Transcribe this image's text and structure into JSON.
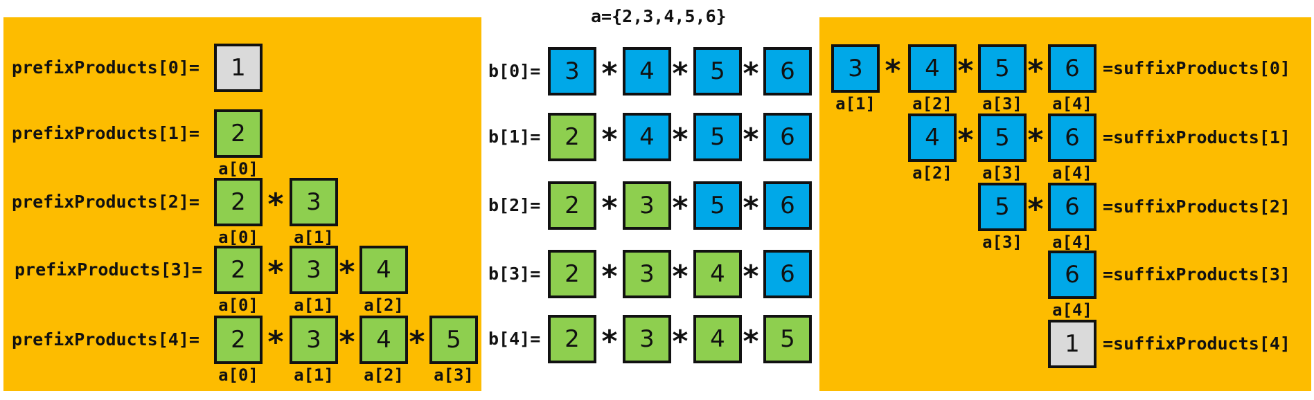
{
  "colors": {
    "panel_bg": "#FDBC00",
    "green": "#8ECF4F",
    "blue": "#00A8E8",
    "gray": "#DADADA",
    "border": "#111111"
  },
  "array_title": "a={2,3,4,5,6}",
  "multiply_symbol": "*",
  "prefix": {
    "rows": [
      {
        "label": "prefixProducts[0]=",
        "cells": [
          {
            "value": "1",
            "color": "gray",
            "index": ""
          }
        ]
      },
      {
        "label": "prefixProducts[1]=",
        "cells": [
          {
            "value": "2",
            "color": "green",
            "index": "a[0]"
          }
        ]
      },
      {
        "label": "prefixProducts[2]=",
        "cells": [
          {
            "value": "2",
            "color": "green",
            "index": "a[0]"
          },
          {
            "value": "3",
            "color": "green",
            "index": "a[1]"
          }
        ]
      },
      {
        "label": "prefixProducts[3]=",
        "cells": [
          {
            "value": "2",
            "color": "green",
            "index": "a[0]"
          },
          {
            "value": "3",
            "color": "green",
            "index": "a[1]"
          },
          {
            "value": "4",
            "color": "green",
            "index": "a[2]"
          }
        ]
      },
      {
        "label": "prefixProducts[4]=",
        "cells": [
          {
            "value": "2",
            "color": "green",
            "index": "a[0]"
          },
          {
            "value": "3",
            "color": "green",
            "index": "a[1]"
          },
          {
            "value": "4",
            "color": "green",
            "index": "a[2]"
          },
          {
            "value": "5",
            "color": "green",
            "index": "a[3]"
          }
        ]
      }
    ]
  },
  "result": {
    "rows": [
      {
        "label": "b[0]=",
        "cells": [
          {
            "value": "3",
            "color": "blue"
          },
          {
            "value": "4",
            "color": "blue"
          },
          {
            "value": "5",
            "color": "blue"
          },
          {
            "value": "6",
            "color": "blue"
          }
        ]
      },
      {
        "label": "b[1]=",
        "cells": [
          {
            "value": "2",
            "color": "green"
          },
          {
            "value": "4",
            "color": "blue"
          },
          {
            "value": "5",
            "color": "blue"
          },
          {
            "value": "6",
            "color": "blue"
          }
        ]
      },
      {
        "label": "b[2]=",
        "cells": [
          {
            "value": "2",
            "color": "green"
          },
          {
            "value": "3",
            "color": "green"
          },
          {
            "value": "5",
            "color": "blue"
          },
          {
            "value": "6",
            "color": "blue"
          }
        ]
      },
      {
        "label": "b[3]=",
        "cells": [
          {
            "value": "2",
            "color": "green"
          },
          {
            "value": "3",
            "color": "green"
          },
          {
            "value": "4",
            "color": "green"
          },
          {
            "value": "6",
            "color": "blue"
          }
        ]
      },
      {
        "label": "b[4]=",
        "cells": [
          {
            "value": "2",
            "color": "green"
          },
          {
            "value": "3",
            "color": "green"
          },
          {
            "value": "4",
            "color": "green"
          },
          {
            "value": "5",
            "color": "green"
          }
        ]
      }
    ]
  },
  "suffix": {
    "rows": [
      {
        "label": "=suffixProducts[0]",
        "cells": [
          {
            "value": "3",
            "color": "blue",
            "index": "a[1]"
          },
          {
            "value": "4",
            "color": "blue",
            "index": "a[2]"
          },
          {
            "value": "5",
            "color": "blue",
            "index": "a[3]"
          },
          {
            "value": "6",
            "color": "blue",
            "index": "a[4]"
          }
        ]
      },
      {
        "label": "=suffixProducts[1]",
        "cells": [
          {
            "value": "4",
            "color": "blue",
            "index": "a[2]"
          },
          {
            "value": "5",
            "color": "blue",
            "index": "a[3]"
          },
          {
            "value": "6",
            "color": "blue",
            "index": "a[4]"
          }
        ]
      },
      {
        "label": "=suffixProducts[2]",
        "cells": [
          {
            "value": "5",
            "color": "blue",
            "index": "a[3]"
          },
          {
            "value": "6",
            "color": "blue",
            "index": "a[4]"
          }
        ]
      },
      {
        "label": "=suffixProducts[3]",
        "cells": [
          {
            "value": "6",
            "color": "blue",
            "index": "a[4]"
          }
        ]
      },
      {
        "label": "=suffixProducts[4]",
        "cells": [
          {
            "value": "1",
            "color": "gray",
            "index": ""
          }
        ]
      }
    ]
  }
}
